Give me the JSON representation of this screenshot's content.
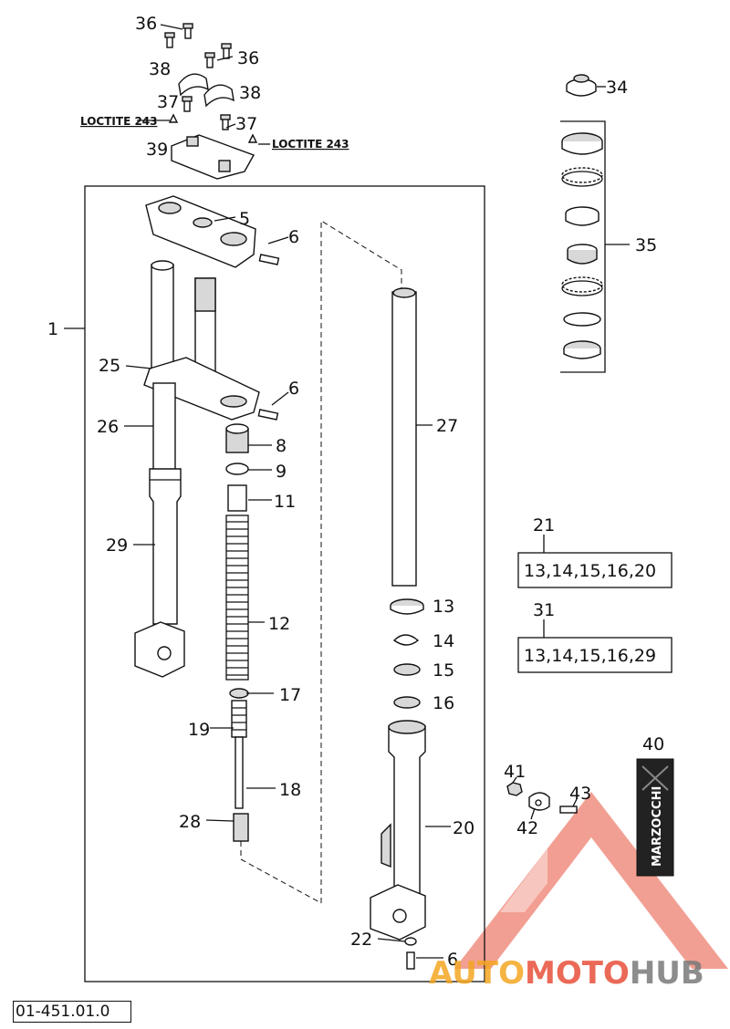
{
  "diagram_code": "01-451.01.0",
  "loctite_1": "LOCTITE 243",
  "loctite_2": "LOCTITE 243",
  "callouts": {
    "c36a": "36",
    "c36b": "36",
    "c38a": "38",
    "c38b": "38",
    "c37a": "37",
    "c37b": "37",
    "c39": "39",
    "c34": "34",
    "c35": "35",
    "c5": "5",
    "c6a": "6",
    "c1": "1",
    "c25": "25",
    "c6b": "6",
    "c26": "26",
    "c8": "8",
    "c9": "9",
    "c11": "11",
    "c29": "29",
    "c12": "12",
    "c17": "17",
    "c19": "19",
    "c18": "18",
    "c28": "28",
    "c27": "27",
    "c13": "13",
    "c14": "14",
    "c15": "15",
    "c16": "16",
    "c20": "20",
    "c22": "22",
    "c6c": "6",
    "c21": "21",
    "c31": "31",
    "c40": "40",
    "c41": "41",
    "c42": "42",
    "c43": "43"
  },
  "kit_21_parts": "13,14,15,16,20",
  "kit_31_parts": "13,14,15,16,29",
  "decal_text": "MARZOCCHI",
  "watermark": {
    "part1": "AUTO",
    "part2": "MOTO",
    "part3": "HUB",
    "color_orange": "#f4a623",
    "color_red": "#e8503a",
    "color_gray": "#7a7a7a"
  }
}
